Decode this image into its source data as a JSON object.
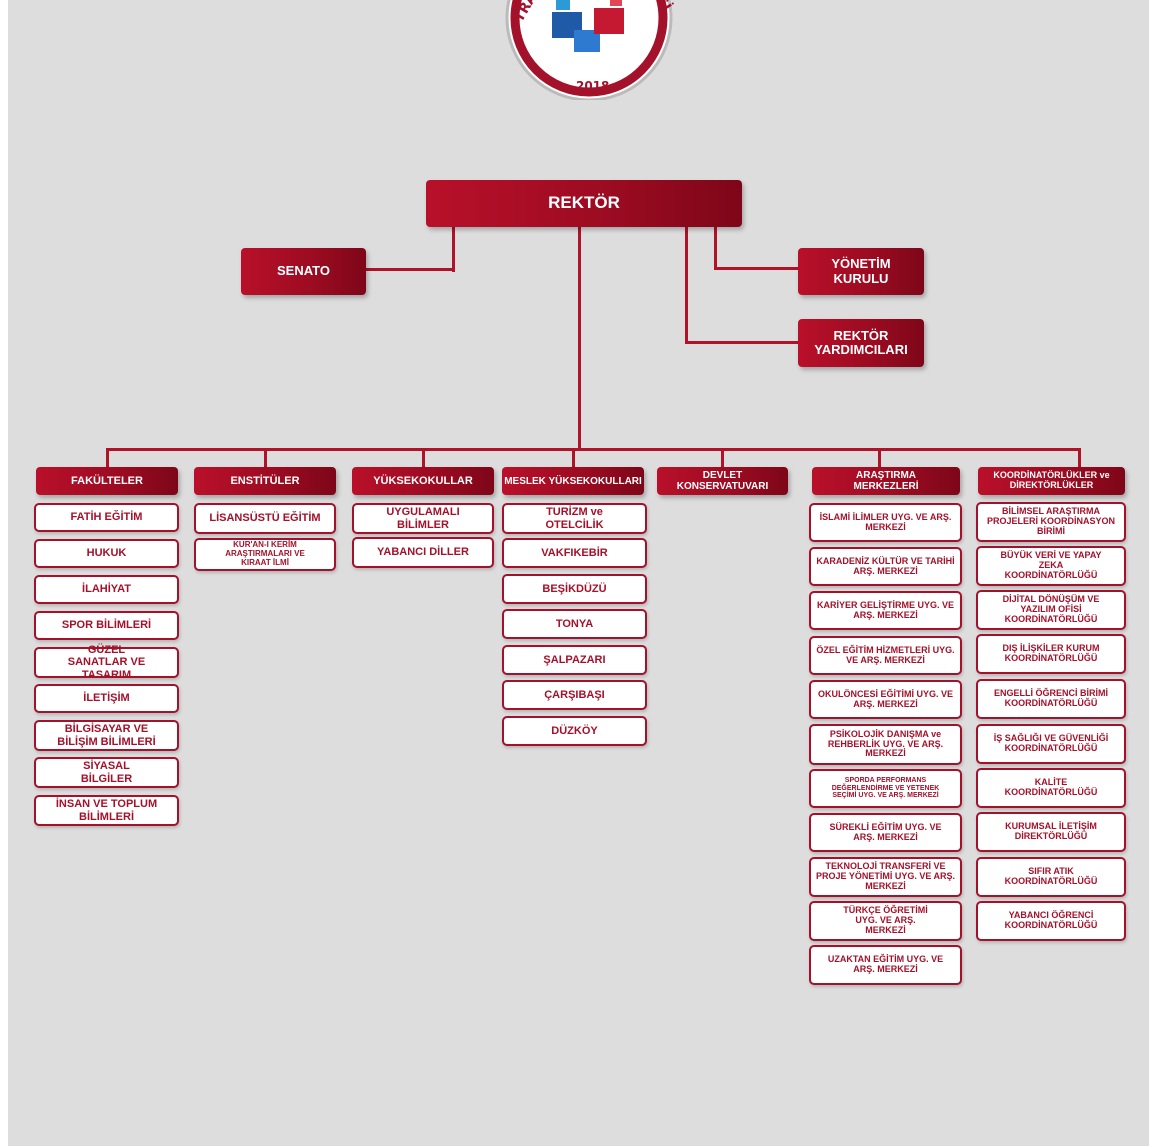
{
  "logo": {
    "arc_left": "TRA",
    "arc_right": "TESİ",
    "year": "2018"
  },
  "top": {
    "rector": "REKTÖR",
    "senate": "SENATO",
    "board": "YÖNETİM KURULU",
    "vice": "REKTÖR YARDIMCILARI"
  },
  "columns": [
    {
      "header": "FAKÜLTELER",
      "items": [
        "FATİH EĞİTİM",
        "HUKUK",
        "İLAHİYAT",
        "SPOR BİLİMLERİ",
        "GÜZEL SANATLAR VE TASARIM",
        "İLETİŞİM",
        "BİLGİSAYAR VE BİLİŞİM BİLİMLERİ",
        "SİYASAL BİLGİLER",
        "İNSAN VE TOPLUM BİLİMLERİ"
      ]
    },
    {
      "header": "ENSTİTÜLER",
      "items": [
        "LİSANSÜSTÜ EĞİTİM",
        "KUR'AN-I KERİM ARAŞTIRMALARI VE KIRAAT İLMİ"
      ]
    },
    {
      "header": "YÜKSEKOKULLAR",
      "items": [
        "UYGULAMALI BİLİMLER",
        "YABANCI DİLLER"
      ]
    },
    {
      "header": "MESLEK YÜKSEKOKULLARI",
      "items": [
        "TURİZM ve OTELCİLİK",
        "VAKFIKEBİR",
        "BEŞİKDÜZÜ",
        "TONYA",
        "ŞALPAZARI",
        "ÇARŞIBAŞI",
        "DÜZKÖY"
      ]
    },
    {
      "header": "DEVLET KONSERVATUVARI",
      "items": []
    },
    {
      "header": "ARAŞTIRMA MERKEZLERİ",
      "items": [
        "İSLAMİ İLİMLER UYG. VE ARŞ. MERKEZİ",
        "KARADENİZ KÜLTÜR VE TARİHİ ARŞ. MERKEZİ",
        "KARİYER GELİŞTİRME UYG. VE ARŞ. MERKEZİ",
        "ÖZEL EĞİTİM HİZMETLERİ UYG. VE ARŞ. MERKEZİ",
        "OKULÖNCESİ EĞİTİMİ UYG. VE ARŞ. MERKEZİ",
        "PSİKOLOJİK DANIŞMA ve REHBERLİK UYG. VE ARŞ. MERKEZİ",
        "SPORDA PERFORMANS DEĞERLENDİRME VE YETENEK SEÇİMİ UYG. VE ARŞ. MERKEZİ",
        "SÜREKLİ EĞİTİM UYG. VE ARŞ. MERKEZİ",
        "TEKNOLOJİ TRANSFERİ VE PROJE YÖNETİMİ UYG. VE ARŞ. MERKEZİ",
        "TÜRKÇE ÖĞRETİMİ UYG. VE ARŞ. MERKEZİ",
        "UZAKTAN EĞİTİM UYG. VE ARŞ. MERKEZİ"
      ]
    },
    {
      "header": "KOORDİNATÖRLÜKLER ve DİREKTÖRLÜKLER",
      "items": [
        "BİLİMSEL ARAŞTIRMA PROJELERİ KOORDİNASYON BİRİMİ",
        "BÜYÜK VERİ VE YAPAY ZEKA KOORDİNATÖRLÜĞÜ",
        "DİJİTAL DÖNÜŞÜM VE YAZILIM OFİSİ KOORDİNATÖRLÜĞÜ",
        "DIŞ İLİŞKİLER KURUM KOORDİNATÖRLÜĞÜ",
        "ENGELLİ ÖĞRENCİ BİRİMİ KOORDİNATÖRLÜĞÜ",
        "İŞ SAĞLIĞI VE GÜVENLİĞİ KOORDİNATÖRLÜĞÜ",
        "KALİTE KOORDİNATÖRLÜĞÜ",
        "KURUMSAL İLETİŞİM DİREKTÖRLÜĞÜ",
        "SIFIR ATIK KOORDİNATÖRLÜĞÜ",
        "YABANCI ÖĞRENCİ KOORDİNATÖRLÜĞÜ"
      ]
    }
  ]
}
